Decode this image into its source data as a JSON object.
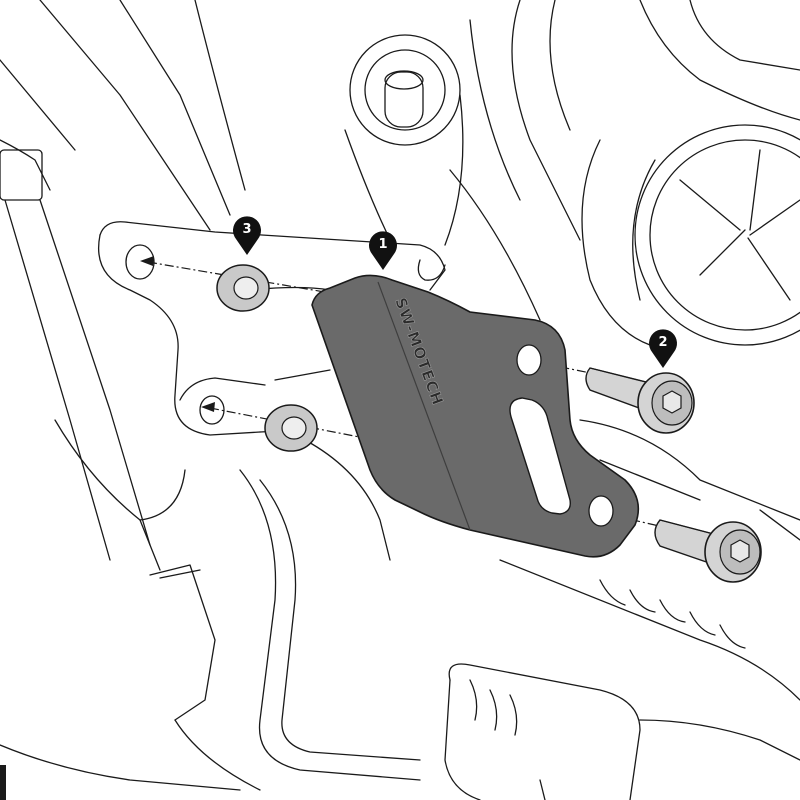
{
  "brand_logo_text": "SW-MOTECH",
  "callouts": [
    {
      "label": "1",
      "part": "plate"
    },
    {
      "label": "2",
      "part": "bolt"
    },
    {
      "label": "3",
      "part": "washer"
    }
  ],
  "colors": {
    "line": "#1a1a1a",
    "plate_fill": "#6a6a6a",
    "washer_fill": "#c9c9c9",
    "bolt_fill": "#d4d4d4",
    "callout_fill": "#111111"
  }
}
